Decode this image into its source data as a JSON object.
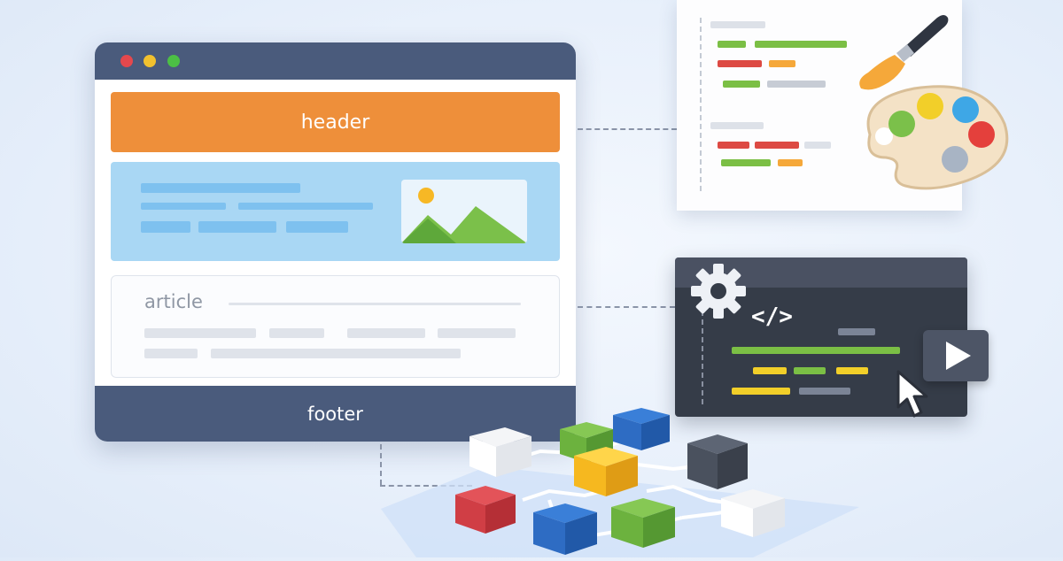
{
  "browser": {
    "window_dots": [
      "#e5484d",
      "#f2c12e",
      "#4cbf45"
    ],
    "header_label": "header",
    "article_label": "article",
    "footer_label": "footer"
  },
  "colors": {
    "header": "#ee8f3a",
    "hero": "#a9d7f4",
    "frame": "#4a5b7c",
    "editor": "#353c48"
  },
  "code_editor": {
    "tag": "</>"
  },
  "icons": [
    "paintbrush-icon",
    "palette-icon",
    "gear-icon",
    "play-icon",
    "cursor-icon",
    "image-icon"
  ]
}
